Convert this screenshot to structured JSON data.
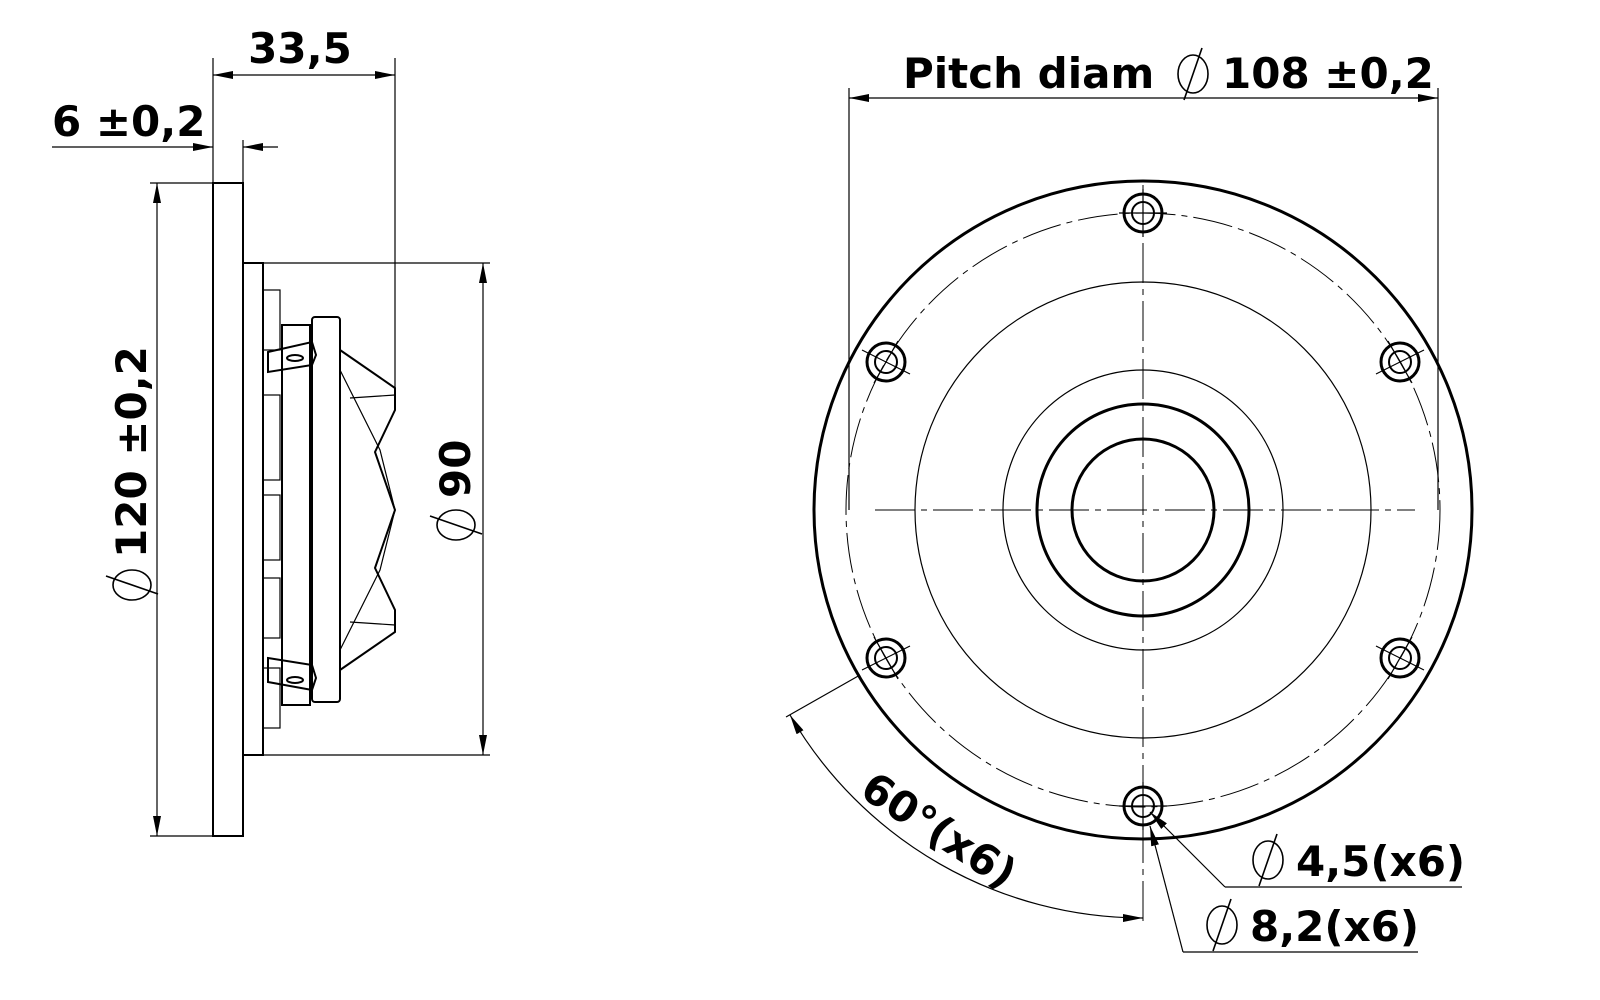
{
  "side_view": {
    "depth_dim": "33,5",
    "flange_thickness_dim": "6 ±0,2",
    "outer_diameter_dim": "120 ±0,2",
    "body_diameter_dim": "90"
  },
  "front_view": {
    "pitch_label": "Pitch diam",
    "pitch_value": "108 ±0,2",
    "angle_dim": "60°(x6)",
    "hole_small_dim": "4,5(x6)",
    "hole_large_dim": "8,2(x6)"
  }
}
